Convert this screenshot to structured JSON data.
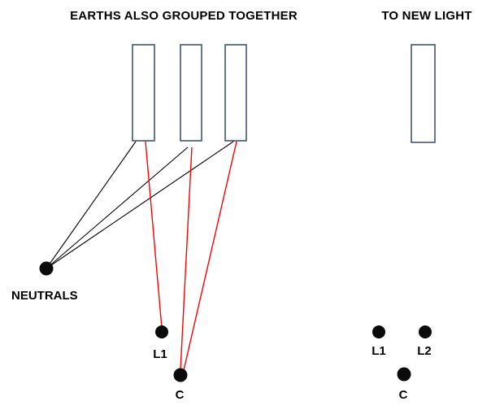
{
  "titles": {
    "earths": "EARTHS ALSO GROUPED TOGETHER",
    "new_light": "TO NEW LIGHT"
  },
  "labels": {
    "neutrals": "NEUTRALS",
    "left_l1": "L1",
    "left_c": "C",
    "right_l1": "L1",
    "right_l2": "L2",
    "right_c": "C"
  },
  "colors": {
    "background": "#ffffff",
    "terminal_rect_stroke": "#44546a",
    "neutral_wire": "#000000",
    "live_wire": "#ff0000",
    "dot_fill": "#0a0a0a",
    "text": "#000000"
  }
}
